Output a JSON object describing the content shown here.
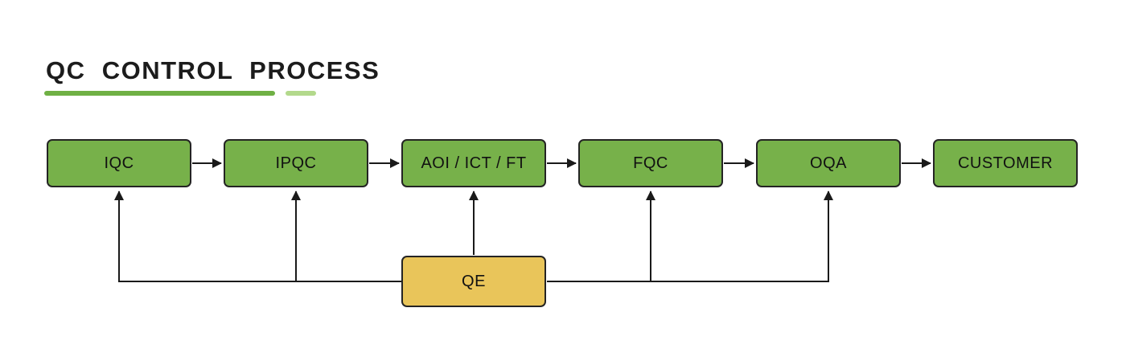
{
  "header": {
    "title": "QC  CONTROL  PROCESS"
  },
  "colors": {
    "node_fill_green": "#77b14a",
    "node_fill_yellow": "#e9c55a",
    "node_border": "#242424",
    "connector_line": "#1a1a1a",
    "title_text": "#1c1c1c",
    "underline_primary": "#6fb044",
    "underline_secondary": "#b3d98c"
  },
  "flowchart": {
    "main_sequence": [
      {
        "id": "iqc",
        "label": "IQC"
      },
      {
        "id": "ipqc",
        "label": "IPQC"
      },
      {
        "id": "aoi-ict-ft",
        "label": "AOI / ICT / FT"
      },
      {
        "id": "fqc",
        "label": "FQC"
      },
      {
        "id": "oqa",
        "label": "OQA"
      },
      {
        "id": "customer",
        "label": "CUSTOMER"
      }
    ],
    "support_node": {
      "id": "qe",
      "label": "QE"
    },
    "qe_arrow_targets": [
      "IQC",
      "IPQC",
      "AOI / ICT / FT",
      "FQC",
      "OQA"
    ]
  }
}
